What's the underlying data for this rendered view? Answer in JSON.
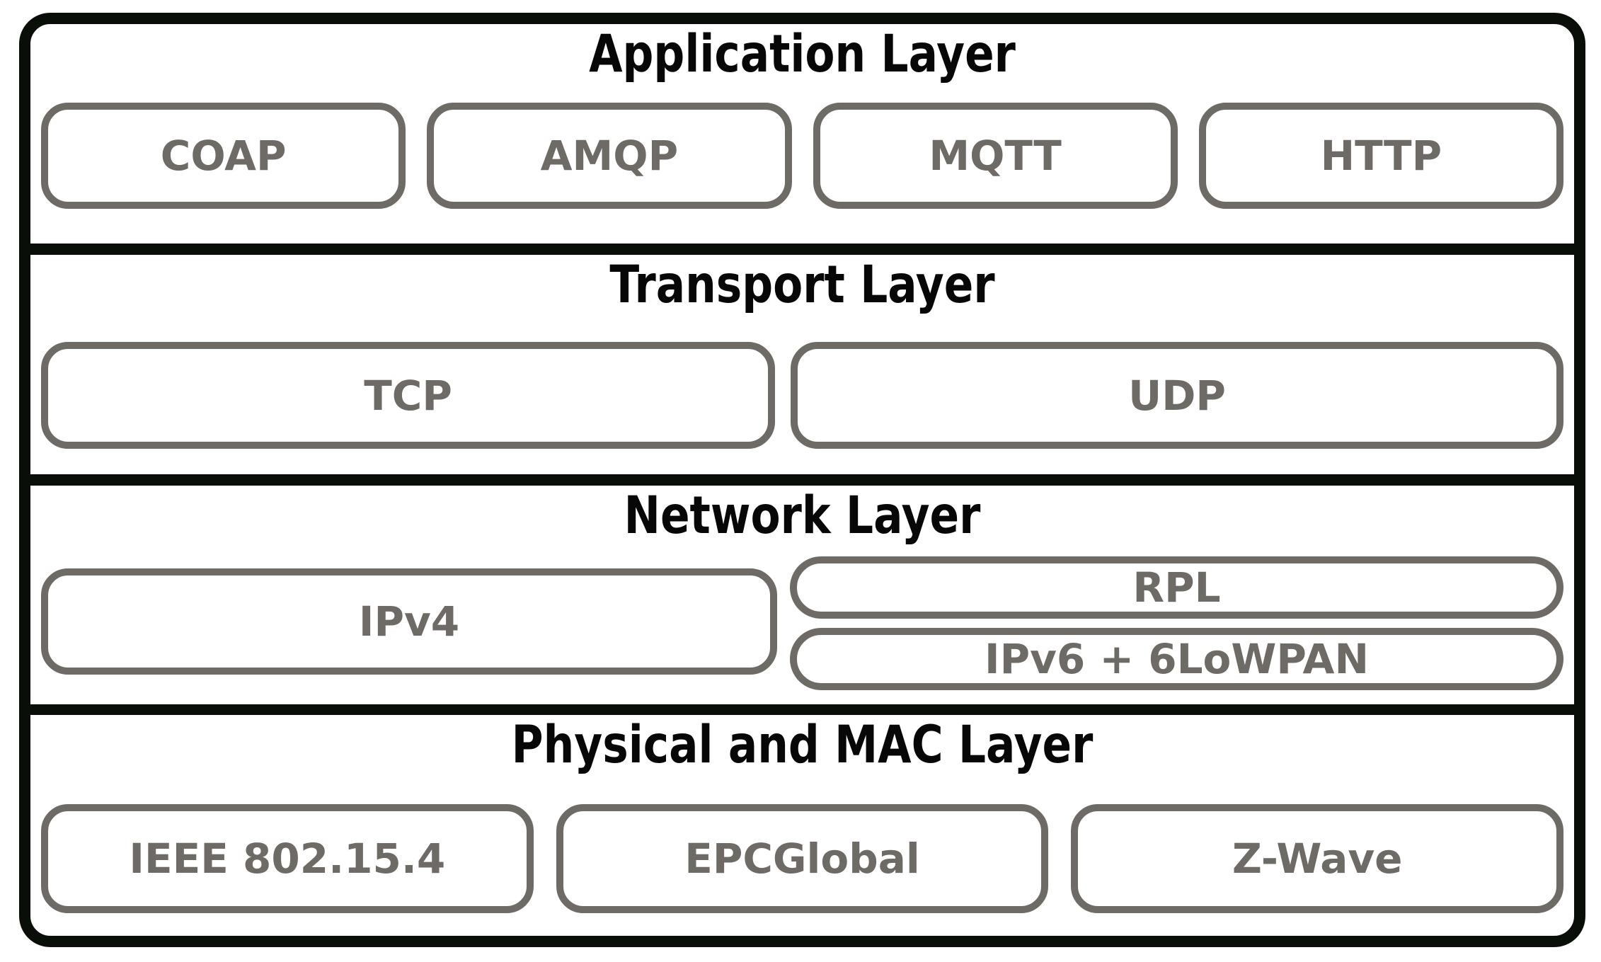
{
  "colors": {
    "background": "#ffffff",
    "frame": "#0a0e08",
    "title": "#070707",
    "box": "#6e6a66"
  },
  "layers": [
    {
      "id": "application",
      "title": "Application Layer",
      "boxes": [
        "COAP",
        "AMQP",
        "MQTT",
        "HTTP"
      ]
    },
    {
      "id": "transport",
      "title": "Transport Layer",
      "boxes": [
        "TCP",
        "UDP"
      ]
    },
    {
      "id": "network",
      "title": "Network Layer",
      "boxes": [
        "IPv4",
        "RPL",
        "IPv6 + 6LoWPAN"
      ]
    },
    {
      "id": "physical",
      "title": "Physical and MAC Layer",
      "boxes": [
        "IEEE 802.15.4",
        "EPCGlobal",
        "Z-Wave"
      ]
    }
  ]
}
